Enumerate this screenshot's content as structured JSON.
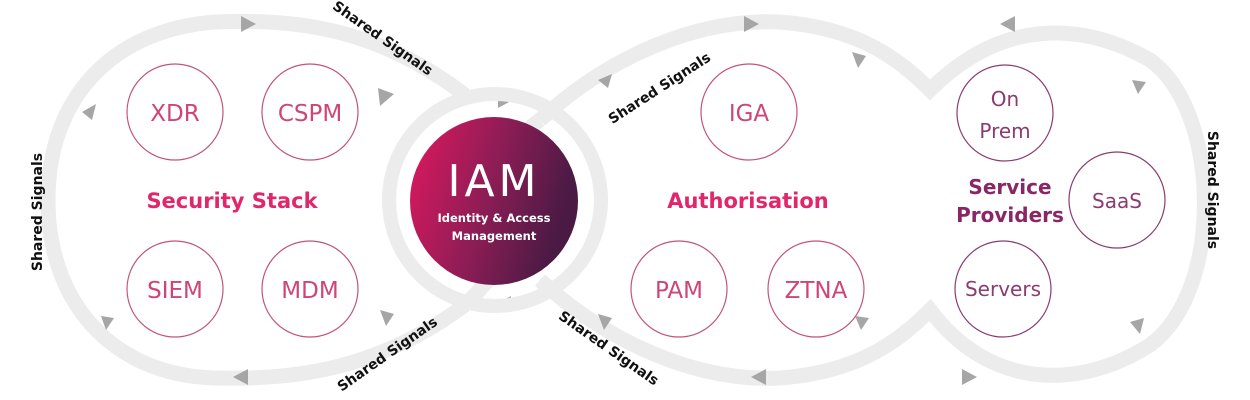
{
  "center": {
    "title": "IAM",
    "subtitle_line1": "Identity & Access",
    "subtitle_line2": "Management"
  },
  "sections": {
    "security": {
      "title": "Security Stack",
      "items": [
        "XDR",
        "CSPM",
        "SIEM",
        "MDM"
      ]
    },
    "authorisation": {
      "title": "Authorisation",
      "items": [
        "IGA",
        "PAM",
        "ZTNA"
      ]
    },
    "providers": {
      "title_line1": "Service",
      "title_line2": "Providers",
      "items": {
        "on_prem_line1": "On",
        "on_prem_line2": "Prem",
        "saas": "SaaS",
        "servers": "Servers"
      }
    }
  },
  "signals": {
    "label": "Shared Signals"
  },
  "colors": {
    "accent_pink": "#e2266c",
    "accent_purple": "#8a2566",
    "iam_gradient_start": "#e0185f",
    "iam_gradient_end": "#4a1a44",
    "track": "#ececec",
    "arrow": "#a6a6a6"
  }
}
